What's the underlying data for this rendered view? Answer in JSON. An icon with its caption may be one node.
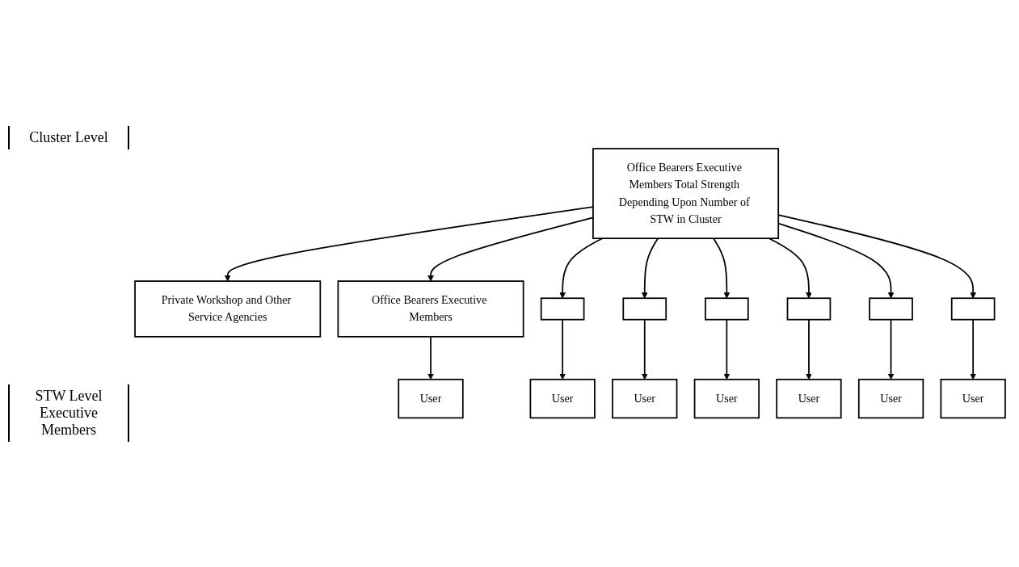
{
  "diagram": {
    "nodes": [
      {
        "text": [
          "Office Bearers Executive Members Total Strength Depending Upon Number of STW in Cluster"
        ]
      },
      {
        "text": [
          "Private Workshop and Other Service Agencies"
        ]
      },
      {
        "text": [
          "Office Bearers Executive Members"
        ]
      },
      {
        "text": [],
        "shape": "box"
      },
      {
        "text": [],
        "shape": "box"
      },
      {
        "text": [],
        "shape": "box"
      },
      {
        "text": [],
        "shape": "box"
      },
      {
        "text": [],
        "shape": "box"
      },
      {
        "text": [],
        "shape": "box"
      },
      {
        "text": [
          "User"
        ]
      },
      {
        "text": [
          "User"
        ]
      },
      {
        "text": [
          "User"
        ]
      },
      {
        "text": [
          "User"
        ]
      },
      {
        "text": [
          "User"
        ]
      },
      {
        "text": [
          "User"
        ]
      },
      {
        "text": [
          "User"
        ]
      }
    ],
    "edges": [
      {
        "from": 0,
        "to": 1,
        "arrow": "to"
      },
      {
        "from": 0,
        "to": 2,
        "arrow": "to"
      },
      {
        "from": 0,
        "to": 3,
        "arrow": "to"
      },
      {
        "from": 0,
        "to": 4,
        "arrow": "to"
      },
      {
        "from": 0,
        "to": 5,
        "arrow": "to"
      },
      {
        "from": 0,
        "to": 6,
        "arrow": "to"
      },
      {
        "from": 0,
        "to": 7,
        "arrow": "to"
      },
      {
        "from": 0,
        "to": 8,
        "arrow": "to"
      },
      {
        "from": 2,
        "to": 9,
        "arrow": "to"
      },
      {
        "from": 3,
        "to": 10,
        "arrow": "to"
      },
      {
        "from": 4,
        "to": 11,
        "arrow": "to"
      },
      {
        "from": 5,
        "to": 12,
        "arrow": "to"
      },
      {
        "from": 6,
        "to": 13,
        "arrow": "to"
      },
      {
        "from": 7,
        "to": 14,
        "arrow": "to"
      },
      {
        "from": 8,
        "to": 15,
        "arrow": "to"
      }
    ],
    "labels": [
      "Cluster Level",
      "STW Level Executive Members"
    ]
  }
}
